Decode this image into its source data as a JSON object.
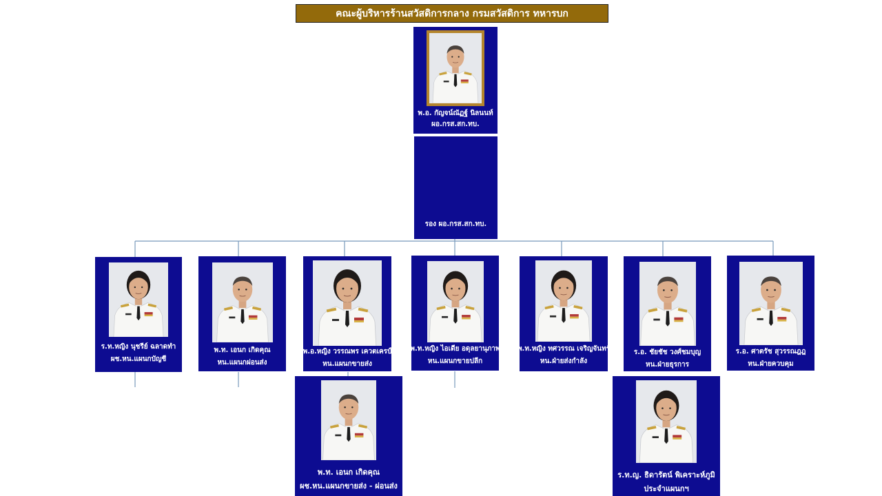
{
  "title": "คณะผู้บริหารร้านสวัสดิการกลาง กรมสวัสดิการ ทหารบก",
  "colors": {
    "card_bg": "#0d0c91",
    "title_bg": "#936a0b",
    "connector": "#7799bb"
  },
  "director": {
    "name": "พ.อ. กัญจน์ณัฏฐ์  นิลนนท์",
    "position": "ผอ.กรส.สก.ทบ.",
    "photo_icon": "officer-portrait-icon"
  },
  "deputy": {
    "name": "",
    "position": "รอง ผอ.กรส.สก.ทบ."
  },
  "managers": [
    {
      "name": "ร.ท.หญิง นุชรีย์ ฉลาดทำ",
      "position": "ผช.หน.แผนกบัญชี"
    },
    {
      "name": "พ.ท. เอนก  เกิดคุณ",
      "position": "หน.แผนกผ่อนส่ง"
    },
    {
      "name": "พ.อ.หญิง วรรณพร เควตเครป์",
      "position": "หน.แผนกขายส่ง"
    },
    {
      "name": "พ.ท.หญิง ไอเดีย อดุลยานุภาพ",
      "position": "หน.แผนกขายปลีก"
    },
    {
      "name": "พ.ท.หญิง ทศวรรณ เจริญจันทร์",
      "position": "หน.ฝ่ายส่งกำลัง"
    },
    {
      "name": "ร.อ. ชัยชัช  วงศ์ชมบุญ",
      "position": "หน.ฝ่ายธุรการ"
    },
    {
      "name": "ร.อ. ศาตรัช  สุวรรณฎฎ",
      "position": "หน.ฝ่ายควบคุม"
    }
  ],
  "sub_staff": [
    {
      "name": "พ.ท. เอนก  เกิดคุณ",
      "position": "ผช.หน.แผนกขายส่ง - ผ่อนส่ง"
    },
    {
      "name": "ร.ท.ญ. ธิดารัตน์ พิเคราะห์ภูมิ",
      "position": "ประจำแผนกฯ"
    }
  ]
}
